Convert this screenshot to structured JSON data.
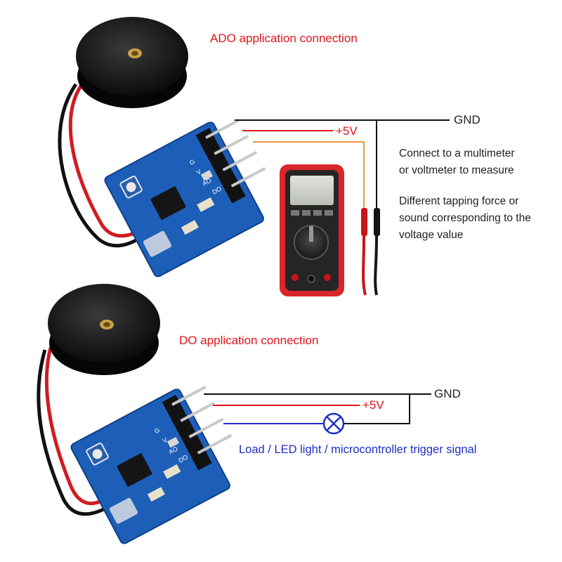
{
  "top": {
    "title": "ADO application connection",
    "gnd": "GND",
    "vcc": "+5V",
    "note1": [
      "Connect to a multimeter",
      "or voltmeter to measure"
    ],
    "note2": [
      "Different tapping force or",
      "sound corresponding to the",
      "voltage value"
    ]
  },
  "bottom": {
    "title": "DO application connection",
    "gnd": "GND",
    "vcc": "+5V",
    "load": "Load / LED light / microcontroller trigger signal"
  },
  "board": {
    "pins": [
      "G",
      "V",
      "AO",
      "DO"
    ]
  },
  "colors": {
    "title_red": "#e0141c",
    "gnd_wire": "#111111",
    "vcc_wire": "#e0141c",
    "signal_wire_top": "#e79a3c",
    "signal_wire_bottom": "#1f2fc7",
    "board_blue": "#1d5fb8",
    "meter_red": "#d8262a"
  },
  "icons": [
    "piezo-disc-icon",
    "sensor-board-icon",
    "multimeter-icon",
    "lamp-icon"
  ]
}
